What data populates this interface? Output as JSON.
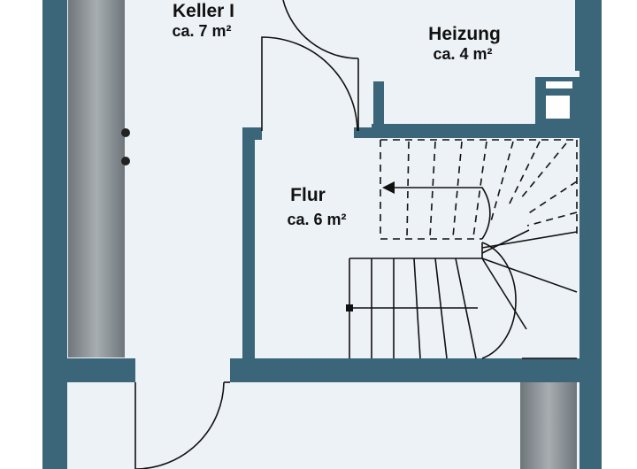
{
  "colors": {
    "wall": "#3b6578",
    "floor": "#edf2f6",
    "line": "#111111",
    "window": "#8a9197"
  },
  "rooms": [
    {
      "name": "Keller I",
      "area": "ca. 7 m²"
    },
    {
      "name": "Heizung",
      "area": "ca. 4 m²"
    },
    {
      "name": "Flur",
      "area": "ca. 6 m²"
    }
  ],
  "icons": [
    "staircase-icon",
    "door-swing-icon",
    "window-icon",
    "boiler-icon"
  ]
}
